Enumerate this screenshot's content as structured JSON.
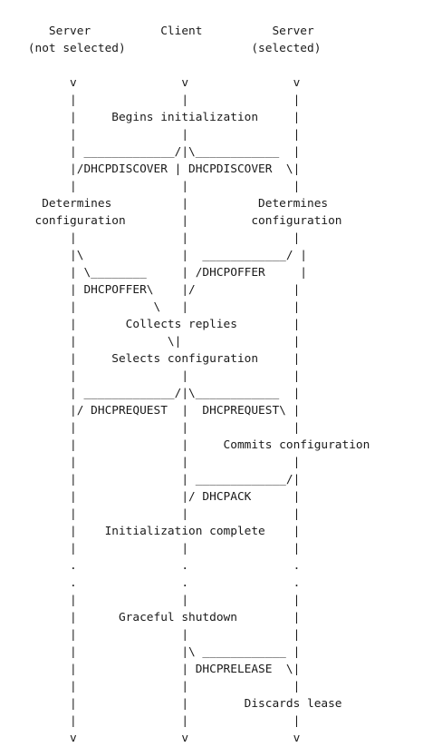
{
  "diagram": {
    "lines": [
      "       Server          Client          Server",
      "    (not selected)                  (selected)",
      "",
      "          v               v               v",
      "          |               |               |",
      "          |     Begins initialization     |",
      "          |               |               |",
      "          | _____________/|\\____________  |",
      "          |/DHCPDISCOVER | DHCPDISCOVER  \\|",
      "          |               |               |",
      "      Determines          |          Determines",
      "     configuration        |         configuration",
      "          |               |               |",
      "          |\\              |  ____________/ |",
      "          | \\________     | /DHCPOFFER     |",
      "          | DHCPOFFER\\    |/              |",
      "          |           \\   |               |",
      "          |       Collects replies        |",
      "          |             \\|                |",
      "          |     Selects configuration     |",
      "          |               |               |",
      "          | _____________/|\\____________  |",
      "          |/ DHCPREQUEST  |  DHCPREQUEST\\ |",
      "          |               |               |",
      "          |               |     Commits configuration",
      "          |               |               |",
      "          |               | _____________/|",
      "          |               |/ DHCPACK      |",
      "          |               |               |",
      "          |    Initialization complete    |",
      "          |               |               |",
      "          .               .               .",
      "          .               .               .",
      "          |               |               |",
      "          |      Graceful shutdown        |",
      "          |               |               |",
      "          |               |\\ ____________ |",
      "          |               | DHCPRELEASE  \\|",
      "          |               |               |",
      "          |               |        Discards lease",
      "          |               |               |",
      "          v               v               v"
    ]
  }
}
